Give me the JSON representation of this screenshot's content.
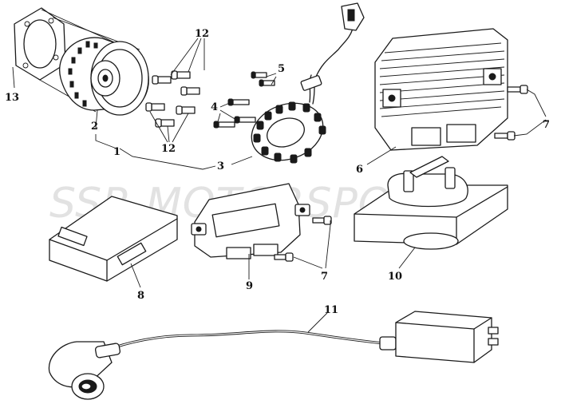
{
  "watermark": "SSR MOTORSPORTS",
  "callouts": {
    "c1": "1",
    "c2": "2",
    "c3": "3",
    "c4": "4",
    "c5": "5",
    "c6": "6",
    "c7a": "7",
    "c7b": "7",
    "c8": "8",
    "c9": "9",
    "c10": "10",
    "c11": "11",
    "c12a": "12",
    "c12b": "12",
    "c13": "13"
  },
  "parts": {
    "flywheel": "1",
    "flywheel_inner": "2",
    "magneto_assembly": "3",
    "stator_bolt": "4",
    "pickup_bolt": "5",
    "regulator_rectifier": "6",
    "bolt": "7",
    "cdi_unit": "8",
    "control_module": "9",
    "starter_relay": "10",
    "ignition_coil": "11",
    "flywheel_bolt": "12",
    "spacer_plate": "13"
  },
  "colors": {
    "line": "#1a1a1a",
    "background": "#ffffff",
    "watermark": "#e2e2e2"
  }
}
